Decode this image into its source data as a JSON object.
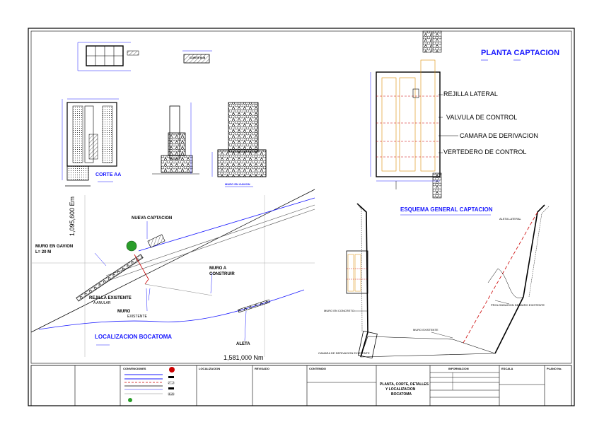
{
  "drawing": {
    "title_main": "PLANTA CAPTACION",
    "section_aa": "CORTE AA",
    "section_bb": "CORTE B-B",
    "gabion_wall": "MURO EN GAVION",
    "scheme_title": "ESQUEMA GENERAL CAPTACION",
    "location_title": "LOCALIZACION BOCATOMA",
    "coord_north": "1,095,600 Em",
    "coord_east": "1,581,000 Nm"
  },
  "plan_labels": {
    "lateral_grate": "REJILLA LATERAL",
    "control_valve": "VALVULA DE CONTROL",
    "bypass_chamber": "CAMARA DE DERIVACION",
    "control_weir": "VERTEDERO DE CONTROL"
  },
  "location_labels": {
    "new_intake": "NUEVA CAPTACION",
    "gabion_wall_line1": "MURO EN GAVION",
    "gabion_wall_line2": "L= 20 M",
    "wall_to_build_line1": "MURO A",
    "wall_to_build_line2": "CONSTRUIR",
    "existing_grate_line1": "REJILLA EXISTENTE",
    "existing_grate_line2": "A ANULAR",
    "existing_wall_line1": "MURO",
    "existing_wall_line2": "EXISTENTE",
    "wing": "ALETA"
  },
  "scheme_labels": {
    "lateral_wing": "ALETA LATERAL",
    "existing_wall": "MURO EXISTENTE",
    "concrete_wall": "MURO EN CONCRETO",
    "bypass_chamber_existing": "CAMARA DE DERIVACION EXISTENTE",
    "wall_extension": "PROLONGACION DE MURO EXISTENTE"
  },
  "title_block": {
    "conventions": "CONVENCIONES",
    "location": "LOCALIZACION",
    "revised": "REVISADO",
    "content": "CONTENIDO",
    "content_line1": "PLANTA, CORTE, DETALLES",
    "content_line2": "Y LOCALIZACION",
    "content_line3": "BOCATOMA",
    "information": "INFORMACION",
    "scale": "ESCALA",
    "plane_no": "PLANO No."
  },
  "colors": {
    "ink": "#000000",
    "annotation_blue": "#1a1aff",
    "section_red": "#cc0000",
    "tree_green": "#2a9d2a",
    "rebar_orange": "#d98c00"
  }
}
